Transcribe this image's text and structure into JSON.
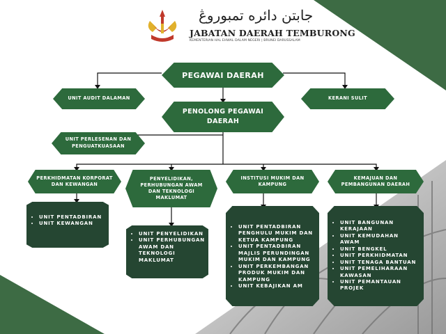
{
  "header": {
    "logo_script": "جابتن دائره تمبوروڠ",
    "logo_title": "JABATAN DAERAH TEMBURONG",
    "logo_subtitle": "KEMENTERIAN HAL EHWAL DALAM NEGERI | BRUNEI DARUSSALAM"
  },
  "colors": {
    "primary": "#2d6a3c",
    "card": "#254632",
    "accent_triangle": "#3d6b44"
  },
  "org": {
    "top": "PEGAWAI DAERAH",
    "deputy": "PENOLONG PEGAWAI DAERAH",
    "left_unit_1": "UNIT AUDIT DALAMAN",
    "right_unit": "KERANI SULIT",
    "left_unit_2": "UNIT PERLESENAN DAN PENGUATKUASAAN",
    "divisions": [
      {
        "title": "PERKHIDMATAN KORPORAT DAN KEWANGAN",
        "items": [
          "UNIT PENTADBIRAN",
          "UNIT KEWANGAN"
        ]
      },
      {
        "title": "PENYELIDIKAN, PERHUBUNGAN AWAM DAN TEKNOLOGI MAKLUMAT",
        "items": [
          "UNIT PENYELIDIKAN",
          "UNIT PERHUBUNGAN AWAM DAN TEKNOLOGI MAKLUMAT"
        ]
      },
      {
        "title": "INSTITUSI MUKIM DAN KAMPUNG",
        "items": [
          "UNIT PENTADBIRAN PENGHULU MUKIM DAN KETUA KAMPUNG",
          "UNIT PENTADBIRAN MAJLIS PERUNDINGAN MUKIM DAN KAMPUNG",
          "UNIT PERKEMBANGAN PRODUK MUKIM DAN KAMPUNG",
          "UNIT KEBAJIKAN AM"
        ]
      },
      {
        "title": "KEMAJUAN DAN PEMBANGUNAN DAERAH",
        "items": [
          "UNIT BANGUNAN KERAJAAN",
          "UNIT KEMUDAHAN AWAM",
          "UNIT BENGKEL",
          "UNIT PERKHIDMATAN",
          "UNIT TENAGA BANTUAN",
          "UNIT PEMELIHARAAN KAWASAN",
          "UNIT PEMANTAUAN PROJEK"
        ]
      }
    ]
  }
}
